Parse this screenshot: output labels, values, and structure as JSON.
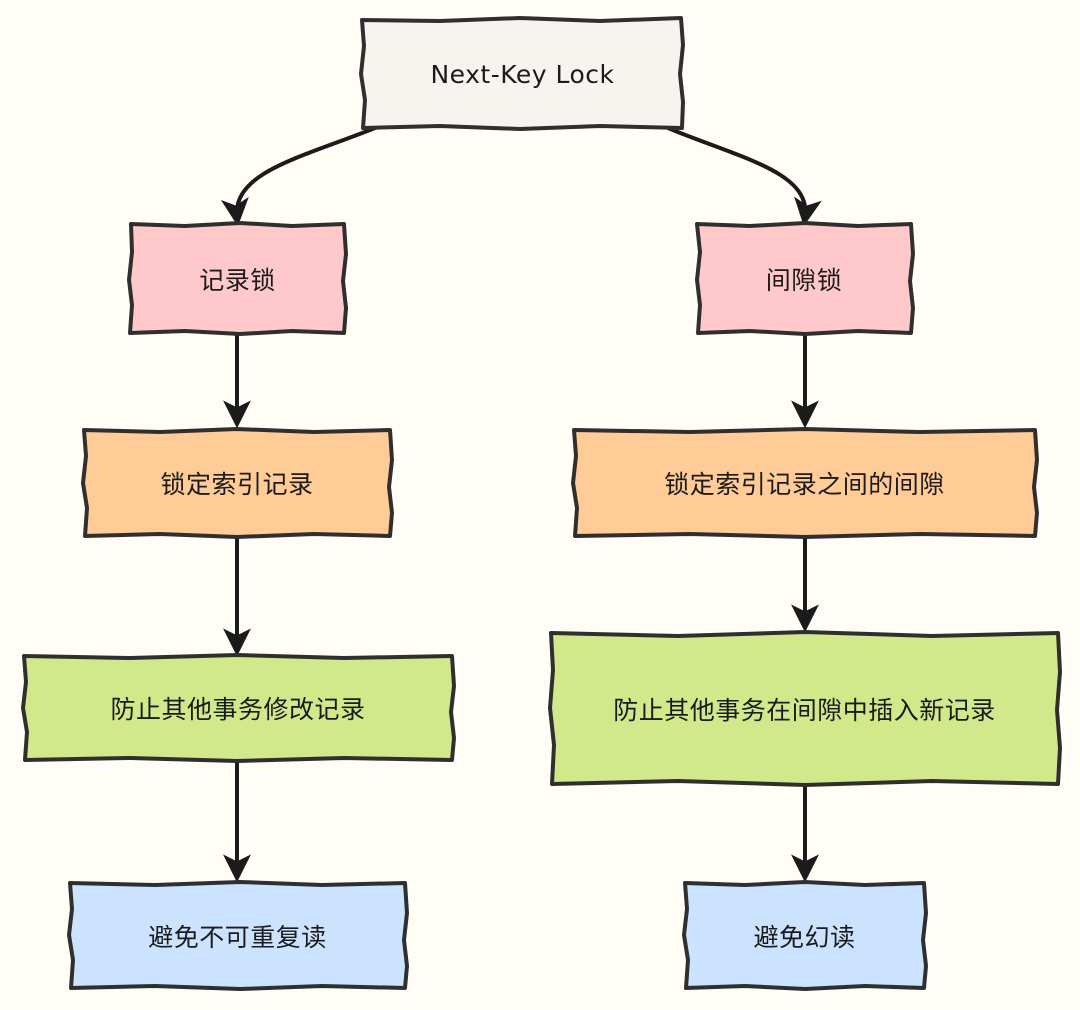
{
  "colors": {
    "background": "#fffdf6",
    "stroke": "#2f2f2f",
    "root_fill": "#f7f4ef",
    "lock_fill": "#ffc9cc",
    "action_fill": "#ffcb96",
    "effect_fill": "#d2e98b",
    "result_fill": "#cce3ff"
  },
  "diagram": {
    "root": {
      "label": "Next-Key Lock"
    },
    "left": {
      "lock": "记录锁",
      "action": "锁定索引记录",
      "effect": "防止其他事务修改记录",
      "result": "避免不可重复读"
    },
    "right": {
      "lock": "间隙锁",
      "action": "锁定索引记录之间的间隙",
      "effect": "防止其他事务在间隙中插入新记录",
      "result": "避免幻读"
    }
  }
}
